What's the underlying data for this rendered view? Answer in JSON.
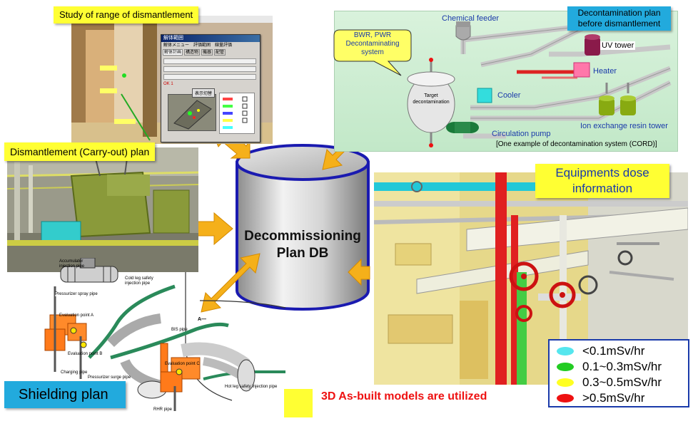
{
  "db": {
    "line1": "Decommissioning",
    "line2": "Plan DB"
  },
  "panels": {
    "range": {
      "title": "Study of range of dismantlement"
    },
    "carryout": {
      "title": "Dismantlement (Carry-out) plan"
    },
    "decon": {
      "title_line1": "Decontamination plan",
      "title_line2": "before dismantlement",
      "callout_line1": "BWR, PWR",
      "callout_line2": "Decontaminating",
      "callout_line3": "system",
      "chemical_feeder": "Chemical feeder",
      "uv_tower": "UV tower",
      "heater": "Heater",
      "cooler": "Cooler",
      "target_line1": "Target",
      "target_line2": "decontamination",
      "circulation_pump": "Circulation pump",
      "ion_exchange": "Ion exchange resin tower",
      "caption": "[One example of decontamination system (CORD)]"
    },
    "dose": {
      "title_line1": "Equipments dose",
      "title_line2": "information",
      "legend": [
        {
          "label": "<0.1mSv/hr",
          "color": "#55e6ee"
        },
        {
          "label": "0.1~0.3mSv/hr",
          "color": "#22cc22"
        },
        {
          "label": "0.3~0.5mSv/hr",
          "color": "#ffff22"
        },
        {
          "label": ">0.5mSv/hr",
          "color": "#ee1111"
        }
      ]
    },
    "shielding": {
      "title": "Shielding plan",
      "labels": {
        "accumulator": "Accumulator",
        "injection_pipe": "injection pipe",
        "pressurizer_spray": "Pressurizer spray pipe",
        "eval_a": "Evaluation point A",
        "eval_b": "Evaluation point B",
        "eval_c": "Evaluation point C",
        "charging": "Charging pipe",
        "pressurizer_surge": "Pressurizer surge pipe",
        "rhr": "RHR pipe",
        "cold_leg_1": "Cold leg safety",
        "cold_leg_2": "injection pipe",
        "bis": "BIS pipe",
        "hot_leg": "Hot leg safety injection pipe",
        "a_arrow": "A—"
      }
    }
  },
  "dialog": {
    "title": "解体範囲",
    "menu": [
      "解体メニュー",
      "評価範囲",
      "線量評価"
    ],
    "tabs": [
      "解体計画",
      "構造物",
      "機器",
      "配管"
    ],
    "ok": "OK 1",
    "button": "表示切替"
  },
  "bottom_note": "3D As-built models are utilized"
}
